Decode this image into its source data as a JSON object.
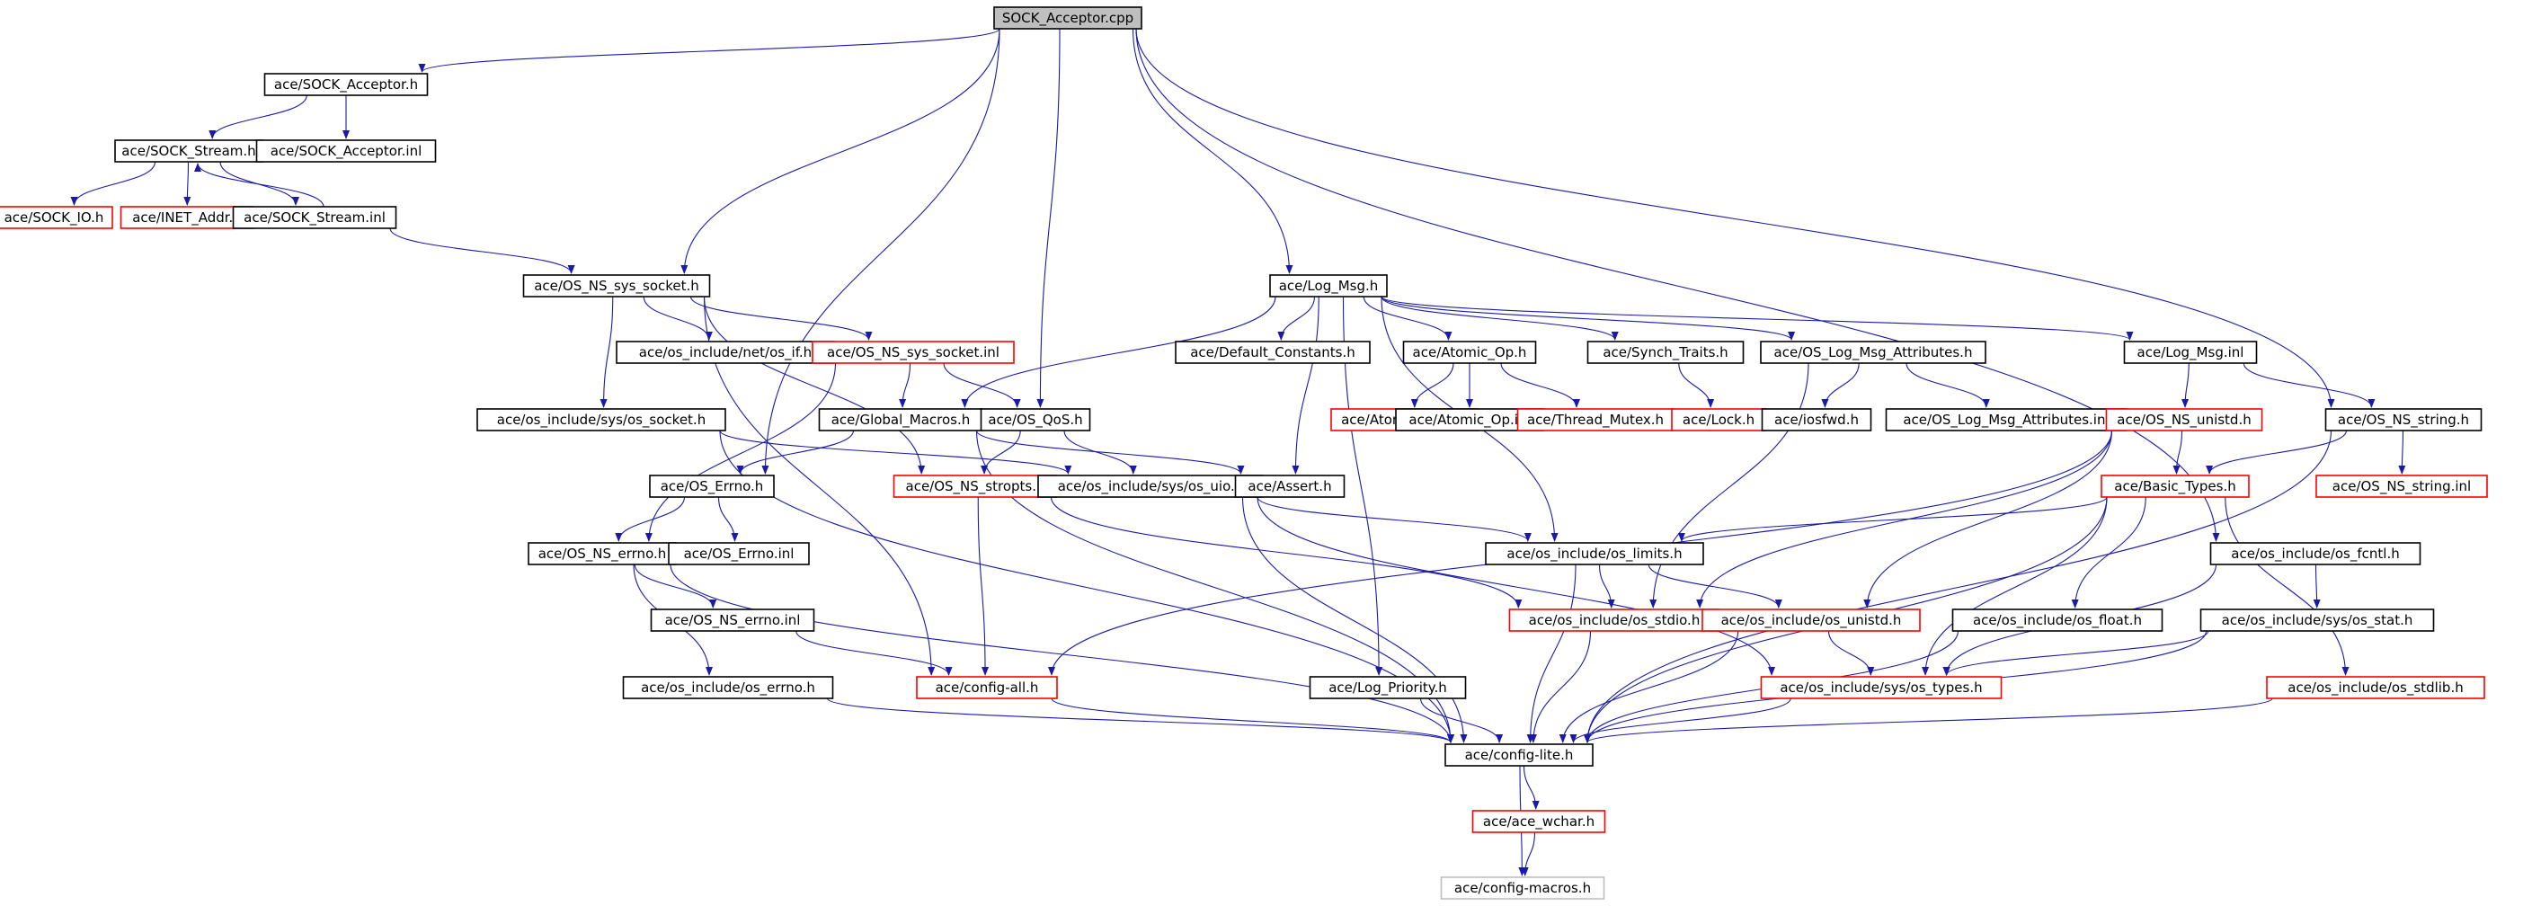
{
  "diagram": {
    "colors": {
      "edge": "#1a1aa6",
      "background": "#ffffff",
      "text": "#000000",
      "border_normal": "#000000",
      "border_red": "#ff0000",
      "border_gray": "#bfbfbf",
      "fill_highlight": "#bfbfbf"
    },
    "nodes": [
      {
        "id": "n0",
        "label": "SOCK_Acceptor.cpp",
        "style": "highlight"
      },
      {
        "id": "n1",
        "label": "ace/SOCK_Acceptor.h",
        "style": "normal"
      },
      {
        "id": "n2",
        "label": "ace/SOCK_Stream.h",
        "style": "normal"
      },
      {
        "id": "n3",
        "label": "ace/SOCK_Acceptor.inl",
        "style": "normal"
      },
      {
        "id": "n4",
        "label": "ace/SOCK_IO.h",
        "style": "red"
      },
      {
        "id": "n5",
        "label": "ace/INET_Addr.h",
        "style": "red"
      },
      {
        "id": "n6",
        "label": "ace/SOCK_Stream.inl",
        "style": "normal"
      },
      {
        "id": "n7",
        "label": "ace/OS_NS_sys_socket.h",
        "style": "normal"
      },
      {
        "id": "n8",
        "label": "ace/os_include/net/os_if.h",
        "style": "normal"
      },
      {
        "id": "n9",
        "label": "ace/OS_NS_sys_socket.inl",
        "style": "red"
      },
      {
        "id": "n10",
        "label": "ace/os_include/sys/os_socket.h",
        "style": "normal"
      },
      {
        "id": "n11",
        "label": "ace/Global_Macros.h",
        "style": "normal"
      },
      {
        "id": "n12",
        "label": "ace/OS_QoS.h",
        "style": "normal"
      },
      {
        "id": "n13",
        "label": "ace/OS_Errno.h",
        "style": "normal"
      },
      {
        "id": "n14",
        "label": "ace/OS_NS_stropts.h",
        "style": "red"
      },
      {
        "id": "n15",
        "label": "ace/os_include/sys/os_uio.h",
        "style": "normal"
      },
      {
        "id": "n16",
        "label": "ace/Assert.h",
        "style": "normal"
      },
      {
        "id": "n17",
        "label": "ace/OS_NS_errno.h",
        "style": "normal"
      },
      {
        "id": "n18",
        "label": "ace/OS_Errno.inl",
        "style": "normal"
      },
      {
        "id": "n19",
        "label": "ace/OS_NS_errno.inl",
        "style": "normal"
      },
      {
        "id": "n20",
        "label": "ace/os_include/os_errno.h",
        "style": "normal"
      },
      {
        "id": "n21",
        "label": "ace/config-all.h",
        "style": "red"
      },
      {
        "id": "n22",
        "label": "ace/Log_Msg.h",
        "style": "normal"
      },
      {
        "id": "n23",
        "label": "ace/Default_Constants.h",
        "style": "normal"
      },
      {
        "id": "n24",
        "label": "ace/Atomic_Op.h",
        "style": "normal"
      },
      {
        "id": "n25",
        "label": "ace/Synch_Traits.h",
        "style": "normal"
      },
      {
        "id": "n26",
        "label": "ace/OS_Log_Msg_Attributes.h",
        "style": "normal"
      },
      {
        "id": "n27",
        "label": "ace/Log_Msg.inl",
        "style": "normal"
      },
      {
        "id": "n28",
        "label": "ace/Atomic_Op_T.h",
        "style": "red"
      },
      {
        "id": "n29",
        "label": "ace/Atomic_Op.inl",
        "style": "normal"
      },
      {
        "id": "n30",
        "label": "ace/Thread_Mutex.h",
        "style": "red"
      },
      {
        "id": "n31",
        "label": "ace/Lock.h",
        "style": "red"
      },
      {
        "id": "n32",
        "label": "ace/iosfwd.h",
        "style": "normal"
      },
      {
        "id": "n33",
        "label": "ace/OS_Log_Msg_Attributes.inl",
        "style": "normal"
      },
      {
        "id": "n34",
        "label": "ace/OS_NS_unistd.h",
        "style": "red"
      },
      {
        "id": "n35",
        "label": "ace/OS_NS_string.h",
        "style": "normal"
      },
      {
        "id": "n36",
        "label": "ace/Basic_Types.h",
        "style": "red"
      },
      {
        "id": "n37",
        "label": "ace/OS_NS_string.inl",
        "style": "red"
      },
      {
        "id": "n38",
        "label": "ace/os_include/os_limits.h",
        "style": "normal"
      },
      {
        "id": "n39",
        "label": "ace/os_include/os_fcntl.h",
        "style": "normal"
      },
      {
        "id": "n40",
        "label": "ace/os_include/os_stdio.h",
        "style": "red"
      },
      {
        "id": "n41",
        "label": "ace/os_include/os_unistd.h",
        "style": "red"
      },
      {
        "id": "n42",
        "label": "ace/os_include/os_float.h",
        "style": "normal"
      },
      {
        "id": "n43",
        "label": "ace/os_include/sys/os_stat.h",
        "style": "normal"
      },
      {
        "id": "n44",
        "label": "ace/Log_Priority.h",
        "style": "normal"
      },
      {
        "id": "n45",
        "label": "ace/os_include/sys/os_types.h",
        "style": "red"
      },
      {
        "id": "n46",
        "label": "ace/os_include/os_stdlib.h",
        "style": "red"
      },
      {
        "id": "n47",
        "label": "ace/config-lite.h",
        "style": "normal"
      },
      {
        "id": "n48",
        "label": "ace/ace_wchar.h",
        "style": "red"
      },
      {
        "id": "n49",
        "label": "ace/config-macros.h",
        "style": "gray"
      }
    ],
    "edges": [
      [
        "n0",
        "n1"
      ],
      [
        "n0",
        "n7"
      ],
      [
        "n0",
        "n13"
      ],
      [
        "n0",
        "n12"
      ],
      [
        "n0",
        "n22"
      ],
      [
        "n0",
        "n39"
      ],
      [
        "n0",
        "n35"
      ],
      [
        "n1",
        "n2"
      ],
      [
        "n1",
        "n3"
      ],
      [
        "n2",
        "n4"
      ],
      [
        "n2",
        "n5"
      ],
      [
        "n2",
        "n6"
      ],
      [
        "n6",
        "n2"
      ],
      [
        "n6",
        "n7"
      ],
      [
        "n7",
        "n8"
      ],
      [
        "n7",
        "n9"
      ],
      [
        "n7",
        "n10"
      ],
      [
        "n7",
        "n14"
      ],
      [
        "n7",
        "n21"
      ],
      [
        "n9",
        "n11"
      ],
      [
        "n9",
        "n12"
      ],
      [
        "n9",
        "n17"
      ],
      [
        "n10",
        "n15"
      ],
      [
        "n10",
        "n47"
      ],
      [
        "n11",
        "n13"
      ],
      [
        "n11",
        "n47"
      ],
      [
        "n11",
        "n16"
      ],
      [
        "n12",
        "n14"
      ],
      [
        "n12",
        "n15"
      ],
      [
        "n13",
        "n17"
      ],
      [
        "n13",
        "n18"
      ],
      [
        "n14",
        "n21"
      ],
      [
        "n14",
        "n40"
      ],
      [
        "n15",
        "n38"
      ],
      [
        "n15",
        "n45"
      ],
      [
        "n15",
        "n47"
      ],
      [
        "n17",
        "n19"
      ],
      [
        "n17",
        "n20"
      ],
      [
        "n17",
        "n47"
      ],
      [
        "n19",
        "n21"
      ],
      [
        "n20",
        "n47"
      ],
      [
        "n21",
        "n47"
      ],
      [
        "n22",
        "n11"
      ],
      [
        "n22",
        "n16"
      ],
      [
        "n22",
        "n23"
      ],
      [
        "n22",
        "n24"
      ],
      [
        "n22",
        "n25"
      ],
      [
        "n22",
        "n26"
      ],
      [
        "n22",
        "n27"
      ],
      [
        "n22",
        "n38"
      ],
      [
        "n22",
        "n44"
      ],
      [
        "n24",
        "n28"
      ],
      [
        "n24",
        "n29"
      ],
      [
        "n24",
        "n30"
      ],
      [
        "n25",
        "n31"
      ],
      [
        "n26",
        "n32"
      ],
      [
        "n26",
        "n33"
      ],
      [
        "n26",
        "n40"
      ],
      [
        "n27",
        "n34"
      ],
      [
        "n27",
        "n35"
      ],
      [
        "n34",
        "n36"
      ],
      [
        "n34",
        "n40"
      ],
      [
        "n34",
        "n41"
      ],
      [
        "n34",
        "n21"
      ],
      [
        "n35",
        "n36"
      ],
      [
        "n35",
        "n37"
      ],
      [
        "n35",
        "n47"
      ],
      [
        "n36",
        "n38"
      ],
      [
        "n36",
        "n42"
      ],
      [
        "n36",
        "n45"
      ],
      [
        "n36",
        "n46"
      ],
      [
        "n36",
        "n47"
      ],
      [
        "n38",
        "n40"
      ],
      [
        "n38",
        "n41"
      ],
      [
        "n38",
        "n47"
      ],
      [
        "n39",
        "n45"
      ],
      [
        "n39",
        "n43"
      ],
      [
        "n40",
        "n47"
      ],
      [
        "n41",
        "n45"
      ],
      [
        "n41",
        "n47"
      ],
      [
        "n42",
        "n47"
      ],
      [
        "n43",
        "n45"
      ],
      [
        "n43",
        "n47"
      ],
      [
        "n44",
        "n47"
      ],
      [
        "n45",
        "n47"
      ],
      [
        "n46",
        "n47"
      ],
      [
        "n47",
        "n48"
      ],
      [
        "n47",
        "n49"
      ],
      [
        "n48",
        "n49"
      ]
    ]
  }
}
